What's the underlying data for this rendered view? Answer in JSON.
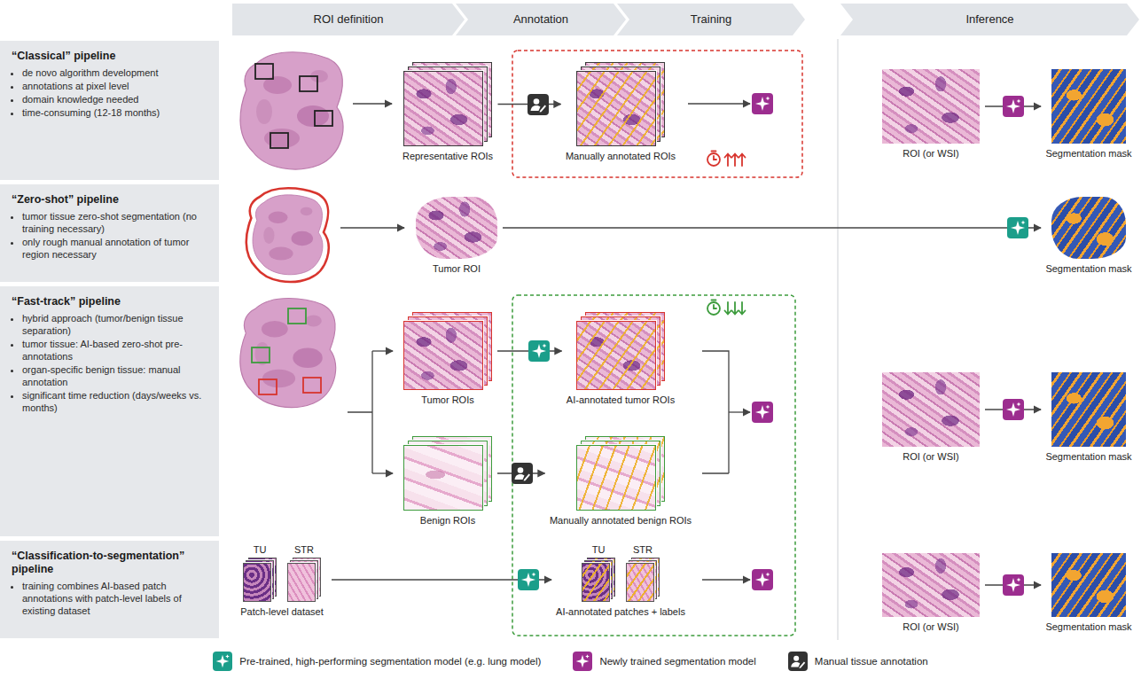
{
  "diagram": {
    "nodes": [
      {
        "text": [
          "ROI definition"
        ]
      },
      {
        "text": [
          "Annotation"
        ]
      },
      {
        "text": [
          "Training"
        ]
      },
      {
        "text": [
          "Inference"
        ]
      },
      {
        "text": [
          "“Classical” pipeline",
          "de novo algorithm development",
          "annotations at pixel level",
          "domain knowledge needed",
          "time-consuming (12-18 months)"
        ]
      },
      {
        "text": [
          "Representative ROIs"
        ]
      },
      {
        "text": [
          "Manually annotated ROIs"
        ]
      },
      {
        "text": [
          "ROI (or WSI)"
        ]
      },
      {
        "text": [
          "Segmentation mask"
        ]
      },
      {
        "text": [
          "“Zero-shot” pipeline",
          "tumor tissue zero-shot segmentation (no training necessary)",
          "only rough manual annotation of tumor region necessary"
        ]
      },
      {
        "text": [
          "Tumor ROI"
        ]
      },
      {
        "text": [
          "Segmentation mask"
        ]
      },
      {
        "text": [
          "“Fast-track” pipeline",
          "hybrid approach (tumor/benign tissue separation)",
          "tumor tissue: AI-based zero-shot pre-annotations",
          "organ-specific benign tissue: manual annotation",
          "significant time reduction (days/weeks vs. months)"
        ]
      },
      {
        "text": [
          "Tumor ROIs"
        ]
      },
      {
        "text": [
          "AI-annotated tumor ROIs"
        ]
      },
      {
        "text": [
          "Benign ROIs"
        ]
      },
      {
        "text": [
          "Manually annotated benign ROIs"
        ]
      },
      {
        "text": [
          "ROI (or WSI)"
        ]
      },
      {
        "text": [
          "Segmentation mask"
        ]
      },
      {
        "text": [
          "“Classification-to-segmentation” pipeline",
          "training combines AI-based patch annotations with patch-level labels of existing dataset"
        ]
      },
      {
        "text": [
          "TU",
          "STR",
          "Patch-level dataset"
        ]
      },
      {
        "text": [
          "TU",
          "STR",
          "AI-annotated patches + labels"
        ]
      },
      {
        "text": [
          "ROI (or WSI)"
        ]
      },
      {
        "text": [
          "Segmentation mask"
        ]
      }
    ],
    "edges": [
      {
        "from": 5,
        "to": 6,
        "arrow": "to"
      },
      {
        "from": 7,
        "to": 8,
        "arrow": "to"
      },
      {
        "from": 10,
        "to": 11,
        "arrow": "to"
      },
      {
        "from": 13,
        "to": 14,
        "arrow": "to"
      },
      {
        "from": 15,
        "to": 16,
        "arrow": "to"
      },
      {
        "from": 17,
        "to": 18,
        "arrow": "to"
      },
      {
        "from": 20,
        "to": 21,
        "arrow": "to"
      },
      {
        "from": 22,
        "to": 23,
        "arrow": "to"
      }
    ],
    "legend": [
      {
        "text": "Pre-trained, high-performing segmentation model (e.g. lung model)",
        "color": "#1b9e8a"
      },
      {
        "text": "Newly trained segmentation model",
        "color": "#9c2d8f"
      },
      {
        "text": "Manual tissue annotation",
        "color": "#333333"
      }
    ]
  }
}
